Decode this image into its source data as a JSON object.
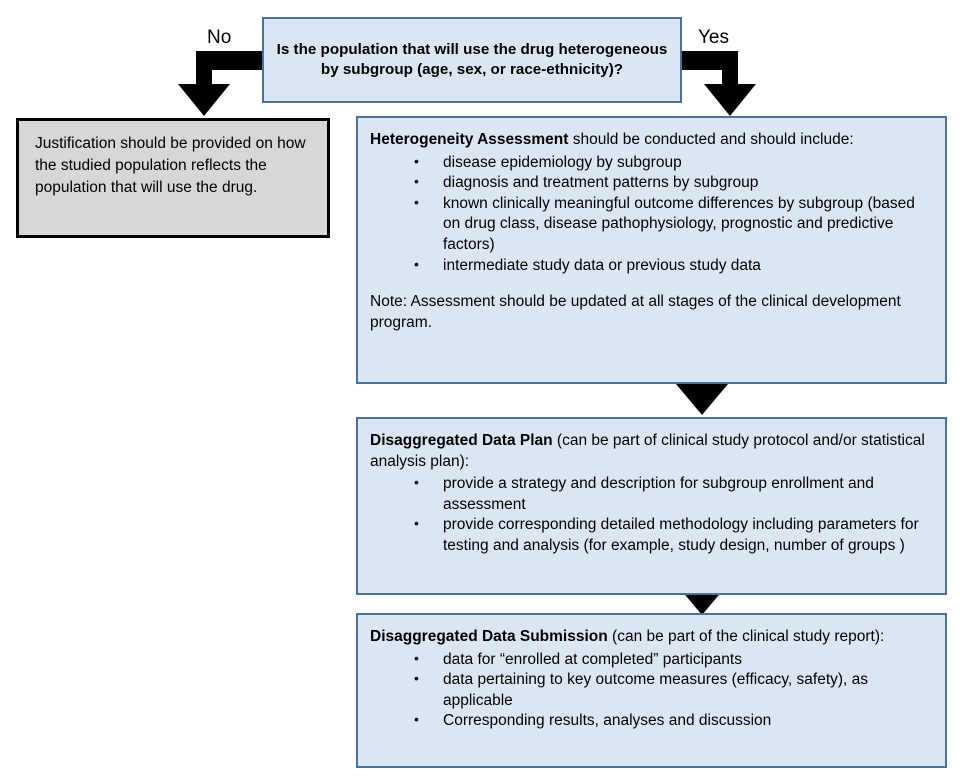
{
  "decision": {
    "question": "Is the population that will use the drug heterogeneous by subgroup (age, sex, or race-ethnicity)?"
  },
  "branches": {
    "no_label": "No",
    "yes_label": "Yes"
  },
  "justification": {
    "text": "Justification should be provided on how the studied population reflects the population that will use the drug."
  },
  "heterogeneity": {
    "title": "Heterogeneity Assessment",
    "lead_rest": " should be conducted and should include:",
    "bullets": [
      "disease epidemiology by subgroup",
      "diagnosis and treatment patterns by subgroup",
      "known clinically meaningful outcome differences by subgroup (based on drug class, disease pathophysiology, prognostic and predictive factors)",
      "intermediate study data or previous study data"
    ],
    "note": "Note: Assessment should be updated at all stages of the clinical development program."
  },
  "plan": {
    "title": "Disaggregated Data Plan",
    "lead_rest": " (can be part of clinical study protocol and/or statistical analysis plan):",
    "bullets": [
      "provide a strategy and description for subgroup enrollment and assessment",
      "provide corresponding detailed methodology including parameters for testing and analysis (for example, study design, number of groups )"
    ]
  },
  "submission": {
    "title": "Disaggregated Data Submission",
    "lead_rest": " (can be part of the clinical study report):",
    "bullets": [
      "data for “enrolled at completed” participants",
      "data pertaining to key outcome measures (efficacy, safety), as applicable",
      "Corresponding results, analyses and discussion"
    ]
  },
  "colors": {
    "box_fill": "#dce6f2",
    "box_border": "#4b7299",
    "gray_fill": "#d7d7d7",
    "gray_border": "#000000",
    "arrow_fill": "#000000"
  },
  "arrows": {
    "no_arrow": "elbow-arrow-left-down",
    "yes_arrow": "elbow-arrow-right-down",
    "assessment_to_plan": "down-arrow",
    "plan_to_submission": "down-arrow"
  }
}
